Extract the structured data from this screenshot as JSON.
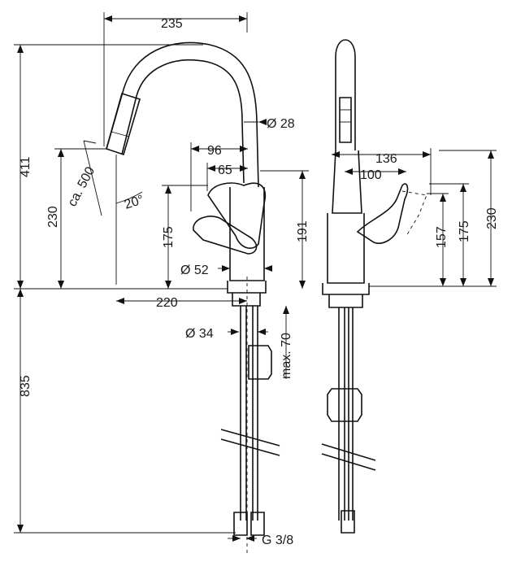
{
  "drawing": {
    "labels": {
      "width_top": "235",
      "height_total": "411",
      "height_spout": "230",
      "hose_length": "ca. 500",
      "swivel_angle": "20°",
      "spout_diameter": "Ø 28",
      "handle_reach_96": "96",
      "handle_reach_65": "65",
      "lever_height": "175",
      "lever_height_191": "191",
      "body_diameter": "Ø 52",
      "reach_220": "220",
      "shank_diameter": "Ø 34",
      "max_thickness": "max. 70",
      "hose_length_835": "835",
      "connection_thread": "G 3/8",
      "side_136": "136",
      "side_100": "100",
      "side_157": "157",
      "side_175": "175",
      "side_230": "230"
    }
  }
}
